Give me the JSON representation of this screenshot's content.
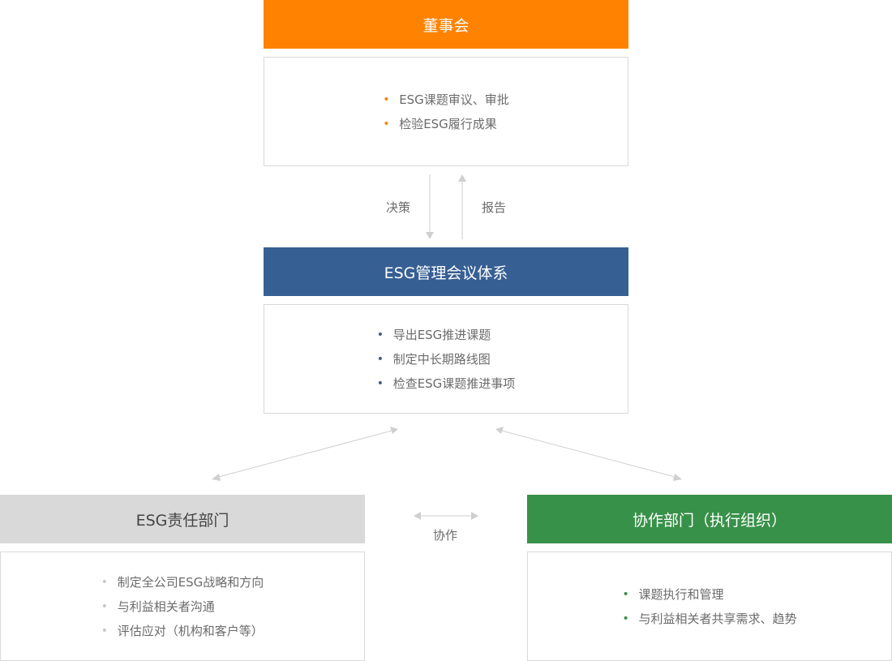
{
  "board": {
    "title": "董事会",
    "color": "#ff8200",
    "items": [
      "ESG课题审议、审批",
      "检验ESG履行成果"
    ]
  },
  "flow_labels": {
    "decision": "决策",
    "report": "报告",
    "cooperation": "协作"
  },
  "mgmt": {
    "title": "ESG管理会议体系",
    "color": "#365f93",
    "items": [
      "导出ESG推进课题",
      "制定中长期路线图",
      "检查ESG课题推进事项"
    ]
  },
  "esg_dept": {
    "title": "ESG责任部门",
    "color": "#d9d9d9",
    "items": [
      "制定全公司ESG战略和方向",
      "与利益相关者沟通",
      "评估应对（机构和客户等）"
    ]
  },
  "coop_dept": {
    "title": "协作部门（执行组织）",
    "color": "#389149",
    "items": [
      "课题执行和管理",
      "与利益相关者共享需求、趋势"
    ]
  },
  "arrow_color": "#cfcfcf"
}
